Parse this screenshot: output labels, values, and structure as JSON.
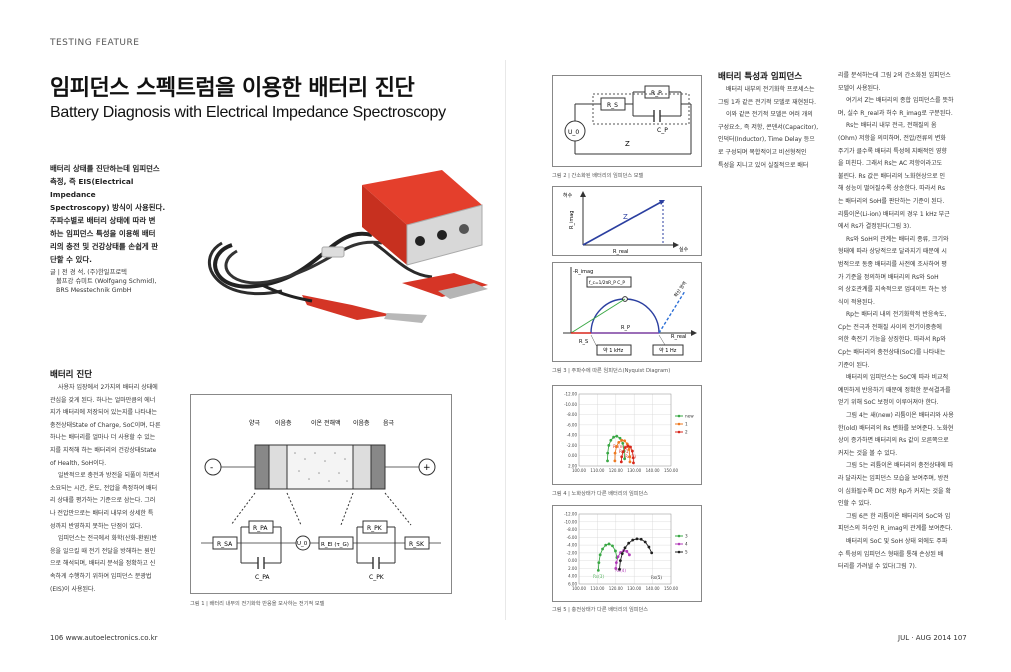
{
  "header": {
    "section": "TESTING FEATURE"
  },
  "title": {
    "ko": "임피던스 스펙트럼을 이용한 배터리 진단",
    "en": "Battery Diagnosis with Electrical Impedance Spectroscopy"
  },
  "lead": [
    "배터리 상태를 진단하는데 임피던스",
    "측정, 즉 EIS(Electrical Impedance",
    "Spectroscopy) 방식이 사용된다.",
    "주파수별로 배터리 상태에 따라 변",
    "하는 임피던스 특성을 이용해 배터",
    "리의 충전 및 건강상태를 손쉽게 판",
    "단할 수 있다."
  ],
  "author": [
    "글 | 전 경 석, (주)한일프로텍",
    "볼프강 슈미트 (Wolfgang Schmid),",
    "BRS Messtechnik GmbH"
  ],
  "section1": {
    "heading": "배터리 진단",
    "lines": [
      "사용자 입장에서 2가지의 배터리 상태에",
      "관심을 갖게 된다. 하나는 얼마만큼의 에너",
      "지가 배터리에 저장되어 있는지를 나타내는",
      "충전상태State of Charge, SoC이며, 다른",
      "하나는 배터리를 얼마나 더 사용할 수 있는",
      "지를 지적해 하는 배터리의 건강상태State",
      "of Health, SoH이다.",
      "일반적으로 충전과 방전을 되풀이 하면서",
      "소요되는 시간, 온도, 전압을 측정하여 배터",
      "리 상태를 평가하는 기준으로 삼는다. 그러",
      "나 전압만으로는 배터리 내부의 상세한 특",
      "성까지 반영하지 못하는 단점이 있다.",
      "임피던스는 전극에서 화학(산화-환원)반",
      "응을 일으킬 때 전기 전달을 방해하는 원인",
      "으로 해석되며, 배터리 분석을 정확하고 신",
      "속하게 수행하기 위하여 임피던스 분광법",
      "(EIS)이 사용된다."
    ]
  },
  "fig1": {
    "labels": {
      "anode": "양극",
      "sep1": "이음층",
      "electrolyte": "이온 전해액",
      "sep2": "이음층",
      "cathode": "음극",
      "minus": "-",
      "plus": "+"
    },
    "components": {
      "rsa": "R_SA",
      "rpa": "R_PA",
      "cpa": "C_PA",
      "u0": "U_0",
      "rel": "R_El (τ_G)",
      "rpk": "R_PK",
      "cpk": "C_PK",
      "rsk": "R_SK"
    },
    "caption": "그림 1 | 배터리 내부의 전기화학 반응을 모사하는 전기적 모델"
  },
  "fig2": {
    "labels": {
      "rp": "R_P",
      "rs": "R_S",
      "cp": "C_P",
      "u0": "U_0",
      "z": "Z"
    },
    "caption": "그림 2 | 간소화된 배터리의 임피던스 모델"
  },
  "fig_vec": {
    "labels": {
      "y": "허수",
      "yimag": "R_imag",
      "z": "Z",
      "xreal": "R_real",
      "x": "실수"
    }
  },
  "fig3": {
    "labels": {
      "yimag": "-R_imag",
      "freq": "f_c=1/2πR_P C_P",
      "diffusion": "확산 영역",
      "rp": "R_P",
      "rs": "R_S",
      "xreal": "R_real",
      "f1k": "약 1 kHz",
      "f1": "약 1 Hz"
    },
    "caption": "그림 3 | 주파수에 따른 임피던스(Nyquist Diagram)"
  },
  "fig4": {
    "caption": "그림 4 | 노화상태가 다른 배터리의 임피던스",
    "annot": [
      "Rs(new)",
      "Rs(1)",
      "Rs(2)"
    ]
  },
  "fig5": {
    "caption": "그림 5 | 충전상태가 다른 배터리의 임피던스",
    "annot": [
      "Rs(3)",
      "Rs(4)",
      "Rs(5)"
    ]
  },
  "chart_data": [
    {
      "type": "scatter",
      "title": "",
      "xlabel": "",
      "ylabel": "",
      "xlim": [
        100,
        150
      ],
      "ylim": [
        -12,
        2
      ],
      "x_ticks": [
        "100.00",
        "110.00",
        "120.00",
        "130.00",
        "140.00",
        "150.00"
      ],
      "y_ticks": [
        "-12.00",
        "-10.00",
        "-8.00",
        "-6.00",
        "-4.00",
        "-2.00",
        "0.00",
        "2.00"
      ],
      "legend_position": "right",
      "series": [
        {
          "name": "new",
          "color": "#3aa845",
          "points": [
            [
              115.5,
              1.0
            ],
            [
              115.6,
              -0.5
            ],
            [
              116.2,
              -2.0
            ],
            [
              117.3,
              -3.0
            ],
            [
              118.8,
              -3.6
            ],
            [
              120.5,
              -3.8
            ],
            [
              122.3,
              -3.4
            ],
            [
              123.8,
              -2.4
            ],
            [
              124.5,
              -0.9
            ],
            [
              124.8,
              0.6
            ]
          ]
        },
        {
          "name": "1",
          "color": "#ee7a22",
          "points": [
            [
              119.5,
              1.0
            ],
            [
              119.6,
              -0.5
            ],
            [
              120.4,
              -1.8
            ],
            [
              121.6,
              -2.6
            ],
            [
              123.2,
              -3.0
            ],
            [
              124.8,
              -2.9
            ],
            [
              126.2,
              -2.3
            ],
            [
              127.2,
              -1.2
            ],
            [
              127.6,
              0.2
            ],
            [
              127.7,
              1.2
            ]
          ]
        },
        {
          "name": "2",
          "color": "#d8271c",
          "points": [
            [
              123.0,
              1.2
            ],
            [
              123.2,
              0.2
            ],
            [
              124.0,
              -0.8
            ],
            [
              125.2,
              -1.6
            ],
            [
              126.6,
              -1.9
            ],
            [
              128.0,
              -1.7
            ],
            [
              129.0,
              -0.9
            ],
            [
              129.5,
              0.4
            ],
            [
              129.6,
              1.4
            ]
          ]
        }
      ]
    },
    {
      "type": "scatter",
      "title": "",
      "xlabel": "",
      "ylabel": "",
      "xlim": [
        100,
        150
      ],
      "ylim": [
        -12,
        6
      ],
      "x_ticks": [
        "100.00",
        "110.00",
        "120.00",
        "130.00",
        "140.00",
        "150.00"
      ],
      "y_ticks": [
        "-12.00",
        "-10.00",
        "-8.00",
        "-6.00",
        "-4.00",
        "-2.00",
        "0.00",
        "2.00",
        "4.00",
        "6.00"
      ],
      "legend_position": "right",
      "series": [
        {
          "name": "3",
          "color": "#3aa845",
          "points": [
            [
              110.5,
              2.5
            ],
            [
              110.8,
              0.5
            ],
            [
              111.5,
              -1.5
            ],
            [
              112.8,
              -3.0
            ],
            [
              114.5,
              -4.0
            ],
            [
              116.3,
              -4.3
            ],
            [
              118.2,
              -3.8
            ],
            [
              119.8,
              -2.5
            ],
            [
              120.6,
              -0.8
            ]
          ]
        },
        {
          "name": "4",
          "color": "#b23cb8",
          "points": [
            [
              120.0,
              2.0
            ],
            [
              120.3,
              0.5
            ],
            [
              121.2,
              -1.0
            ],
            [
              122.6,
              -2.1
            ],
            [
              124.3,
              -2.6
            ],
            [
              126.0,
              -2.4
            ],
            [
              127.4,
              -1.5
            ]
          ]
        },
        {
          "name": "5",
          "color": "#1f1f1f",
          "points": [
            [
              122.0,
              2.2
            ],
            [
              122.5,
              0.0
            ],
            [
              123.5,
              -1.8
            ],
            [
              125.0,
              -3.3
            ],
            [
              127.0,
              -4.5
            ],
            [
              129.2,
              -5.3
            ],
            [
              131.5,
              -5.6
            ],
            [
              133.8,
              -5.5
            ],
            [
              136.0,
              -4.8
            ],
            [
              138.0,
              -3.5
            ],
            [
              139.5,
              -2.0
            ]
          ]
        }
      ]
    }
  ],
  "col3": {
    "heading": "배터리 특성과 임피던스",
    "a_lines": [
      "배터리 내부의 전기화학 프로세스는",
      "그림 1과 같은 전기적 모델로 재현된다.",
      "이와 같은 전기적 모델은 여러 개의",
      "구성요소, 즉 저항, 콘덴서(Capacitor),",
      "인덕터(Inductor), Time Delay 등으",
      "로 구성되며 복합적이고 비선형적인",
      "특성을 지니고 있어 실질적으로 배터"
    ]
  },
  "col4": {
    "lines": [
      "리를 분석하는데 그림 2의 간소화된 임피던스",
      "모델이 사용된다.",
      "여기서 Z는 배터리의 종합 임피던스를 뜻하",
      "며, 실수 R_real과 허수 R_imag로 구분된다.",
      "Rs는 배터리 내부 전극, 전해질의 옴",
      "(Ohm) 저항을 의미하며, 전압/전류의 변화",
      "주기가 클수록 배터리 특성에 지배적인 영향",
      "을 미친다. 그래서 Rs는 AC 저항이라고도",
      "불린다. Rs 값은 배터리의 노화현상으로 인",
      "해 성능이 떨어질수록 상승한다. 따라서 Rs",
      "는 배터리의 SoH를 판단하는 기준이 된다.",
      "리튬이온(Li-ion) 배터리의 경우 1 kHz 부근",
      "에서 Rs가 결정된다(그림 3).",
      "Rs와 SoH의 관계는 배터리 종류, 크기와",
      "형태에 따라 상당적으로 달라지기 때문에 시",
      "범적으로 동종 배터리를 사전에 조사하여 평",
      "가 기준을 정의하며 배터리의 Rs와 SoH",
      "의 상호관계를 지속적으로 업데이트 하는 방",
      "식이 적용된다.",
      "Rp는 배터리 내의 전기화학적 반응속도,",
      "Cp는 전극과 전해질 사이의 전기이중층에",
      "의한 축전기 기능을 상징한다. 따라서 Rp와",
      "Cp는 배터리의 충전상태(SoC)를 나타내는",
      "기준이 된다.",
      "배터리의 임피던스는 SoC에 따라 비교적",
      "예민하게 반응하기 때문에 정확한 분석결과를",
      "얻기 위해 SoC 보정이 이루어져야 한다.",
      "그림 4는 새(new) 리튬이온 배터리와 사용",
      "한(old) 배터리의 Rs 변화를 보여준다. 노화현",
      "상이 증가하면 배터리의 Rs 값이 오른쪽으로",
      "커지는 것을 볼 수 있다.",
      "그림 5는 리튬이온 배터리의 충전상태에 따",
      "라 달라지는 임피던스 모습을 보여주며, 방전",
      "이 심화될수록 DC 저항 Rp가 커지는 것을 확",
      "인할 수 있다.",
      "그림 6은 한 리튬이온 배터리의 SoC와 임",
      "피던스의 허수인 R_imag의 관계를 보여준다.",
      "배터리의 SoC 및 SoH 상태 외에도 주파",
      "수 특성의 임피던스 형태를 통해 손상된 배",
      "터리를 가려낼 수 있다(그림 7)."
    ]
  },
  "footer": {
    "left": "106 www.autoelectronics.co.kr",
    "right": "JUL · AUG 2014  107"
  }
}
